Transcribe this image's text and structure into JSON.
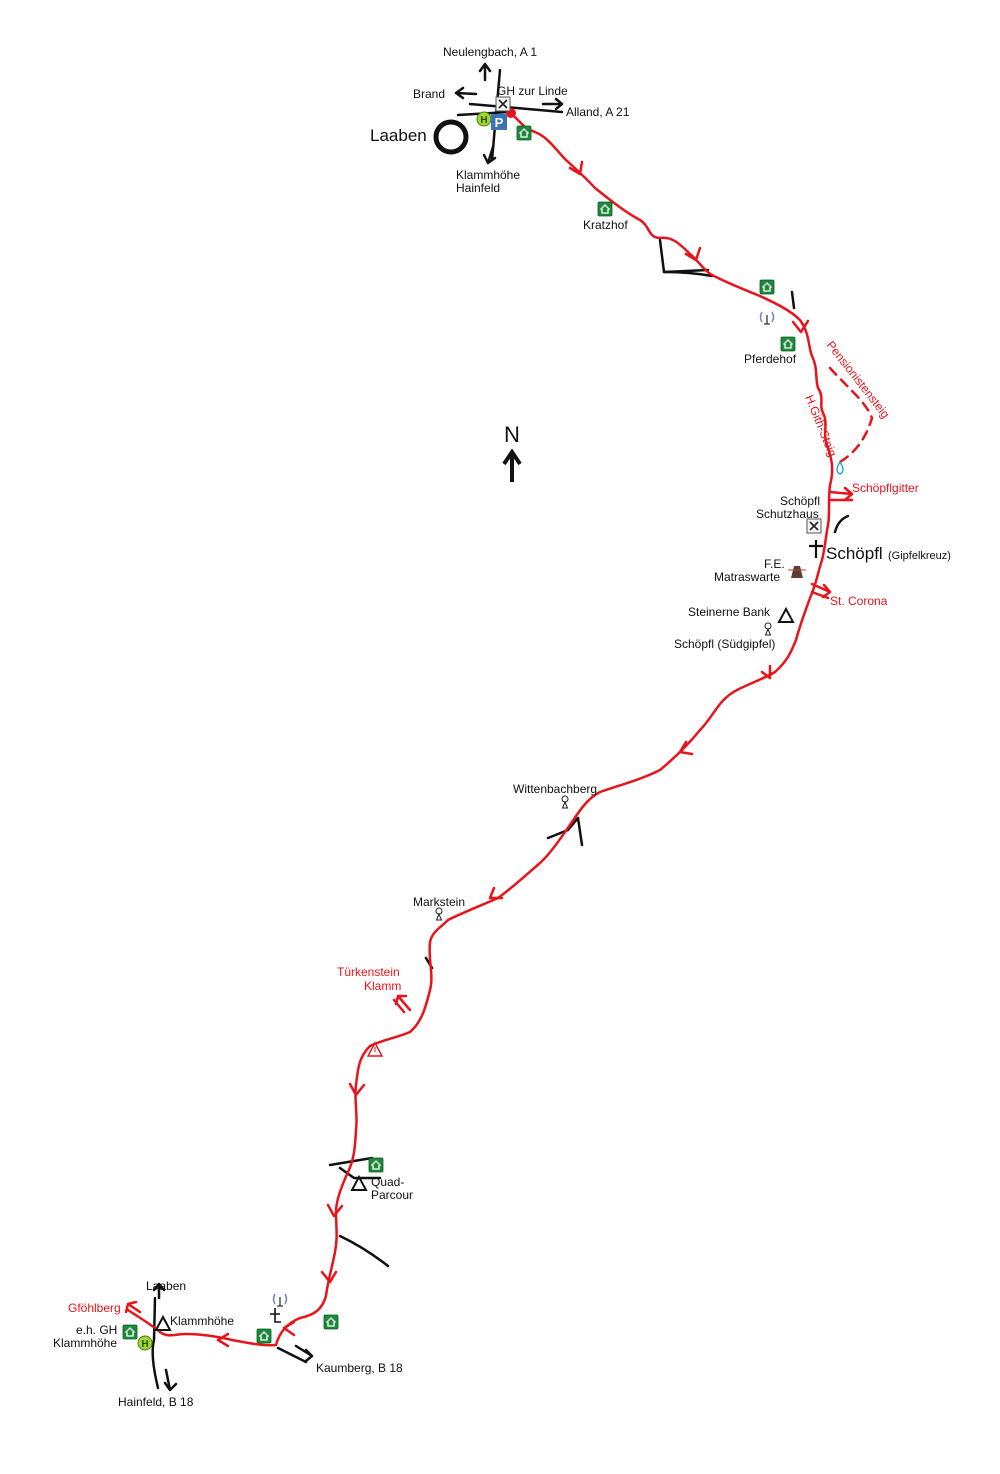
{
  "colors": {
    "route": "#e8141b",
    "road": "#111111",
    "hut": "#1b8a3a",
    "bus": "#9fd630",
    "parking": "#3b73b9"
  },
  "north": {
    "label": "N"
  },
  "places": {
    "neulengbach": "Neulengbach, A 1",
    "brand": "Brand",
    "gh_linde": "GH zur Linde",
    "alland": "Alland, A 21",
    "laaben_town": "Laaben",
    "klammhoehe_hainfeld_1": "Klammhöhe",
    "klammhoehe_hainfeld_2": "Hainfeld",
    "kratzhof": "Kratzhof",
    "pferdehof": "Pferdehof",
    "pensionistensteig": "Pensionistensteig",
    "gith_steig": "H.Gith-Steig",
    "schoepflgitter": "Schöpflgitter",
    "schutzhaus_1": "Schöpfl",
    "schutzhaus_2": "Schutzhaus",
    "schoepfl_peak": "Schöpfl",
    "gipfelkreuz": "(Gipfelkreuz)",
    "matras_1": "F.E.",
    "matras_2": "Matraswarte",
    "st_corona": "St. Corona",
    "steinerne_bank": "Steinerne Bank",
    "suedgipfel": "Schöpfl (Südgipfel)",
    "wittenbachberg": "Wittenbachberg",
    "markstein": "Markstein",
    "tuerkenstein_1": "Türkenstein",
    "tuerkenstein_2": "Klamm",
    "quad_1": "Quad-",
    "quad_2": "Parcour",
    "laaben_sw": "Laaben",
    "gfoehlberg": "Gföhlberg",
    "klammhoehe_peak": "Klammhöhe",
    "eh_gh_1": "e.h. GH",
    "eh_gh_2": "Klammhöhe",
    "hainfeld_b18": "Hainfeld, B 18",
    "kaumberg_b18": "Kaumberg, B 18"
  },
  "icons": {
    "parking": "P",
    "bus": "H",
    "restaurant": "restaurant-icon",
    "hut": "hut-icon",
    "antenna": "antenna-icon",
    "cross": "cross-icon",
    "tower": "tower-icon",
    "summit": "summit-icon",
    "pass": "pass-icon",
    "spring": "spring-icon",
    "warning": "warning-icon"
  }
}
